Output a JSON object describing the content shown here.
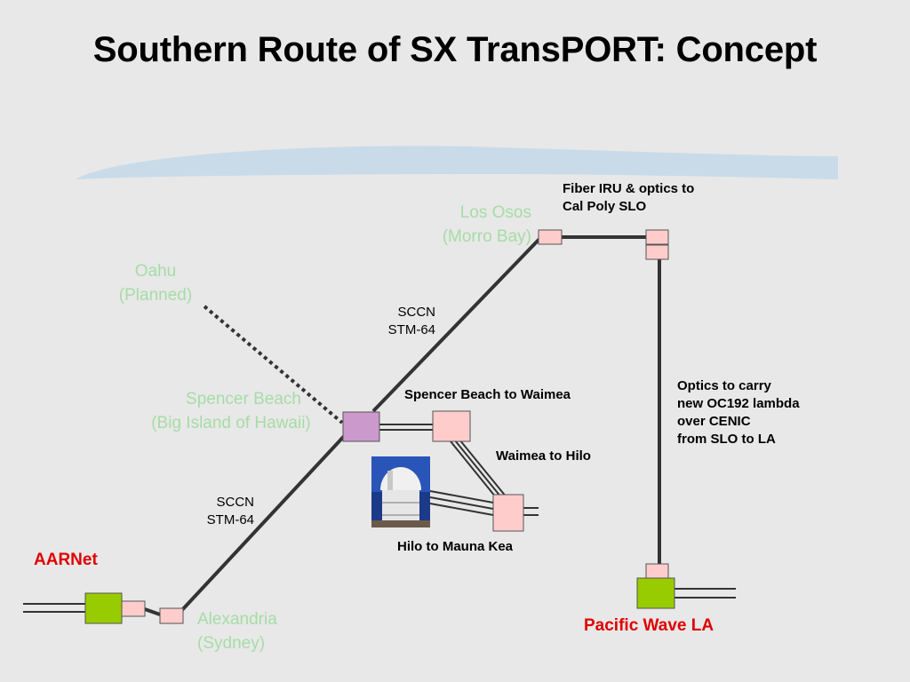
{
  "title": "Southern Route of SX TransPORT: Concept",
  "sites": {
    "los_osos": [
      "Los Osos",
      "(Morro Bay)"
    ],
    "oahu": [
      "Oahu",
      "(Planned)"
    ],
    "spencer_beach": [
      "Spencer Beach",
      "(Big Island of Hawaii)"
    ],
    "alexandria": [
      "Alexandria",
      "(Sydney)"
    ],
    "aarnet": "AARNet",
    "pacific_wave": "Pacific Wave LA"
  },
  "links": {
    "sccn_upper": [
      "SCCN",
      "STM-64"
    ],
    "sccn_lower": [
      "SCCN",
      "STM-64"
    ],
    "spencer_to_waimea": "Spencer Beach to Waimea",
    "waimea_to_hilo": "Waimea to Hilo",
    "hilo_to_mauna_kea": "Hilo to Mauna Kea"
  },
  "notes": {
    "fiber_iru": [
      "Fiber IRU & optics to",
      "Cal Poly SLO"
    ],
    "optics": [
      "Optics to carry",
      "new OC192 lambda",
      "over CENIC",
      "from SLO to LA"
    ]
  },
  "colors": {
    "pink_node": "#ffcccc",
    "purple_node": "#cc99cc",
    "green_node": "#99cc00",
    "line": "#333333",
    "site_green": "#a6dca6",
    "site_red": "#e00000",
    "banner": "#c9dbe8"
  },
  "icons": {
    "observatory": "observatory-dome-photo"
  }
}
